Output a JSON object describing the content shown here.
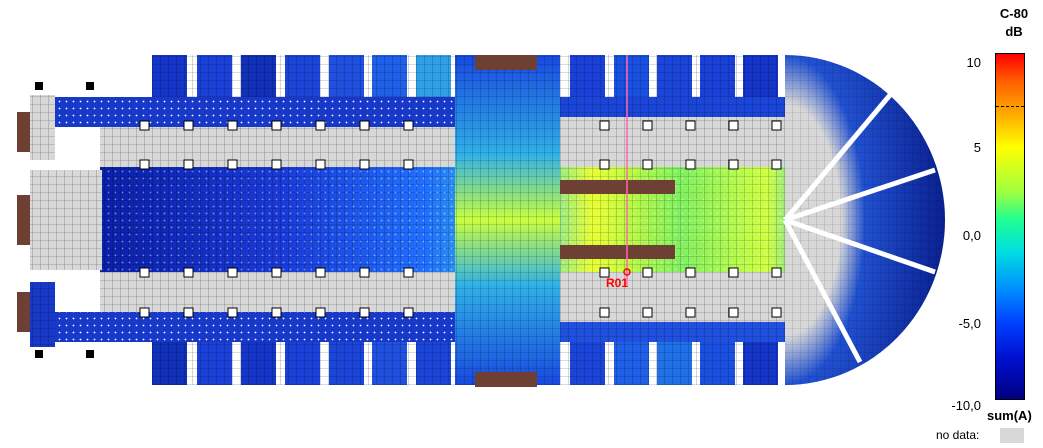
{
  "legend": {
    "title_line1": "C-80",
    "title_line2": "dB",
    "ticks": [
      "10",
      "5",
      "0,0",
      "-5,0",
      "-10,0"
    ],
    "sum_label": "sum(A)",
    "no_data_label": "no data:",
    "no_data_color": "#d8d8d8"
  },
  "plan": {
    "receiver_label": "R01",
    "receiver_color": "#ff0000",
    "colors": {
      "background": "#ffffff",
      "no_data": "#d8d8d8",
      "door": "#7a4a3a",
      "pillar": "#000000"
    }
  }
}
